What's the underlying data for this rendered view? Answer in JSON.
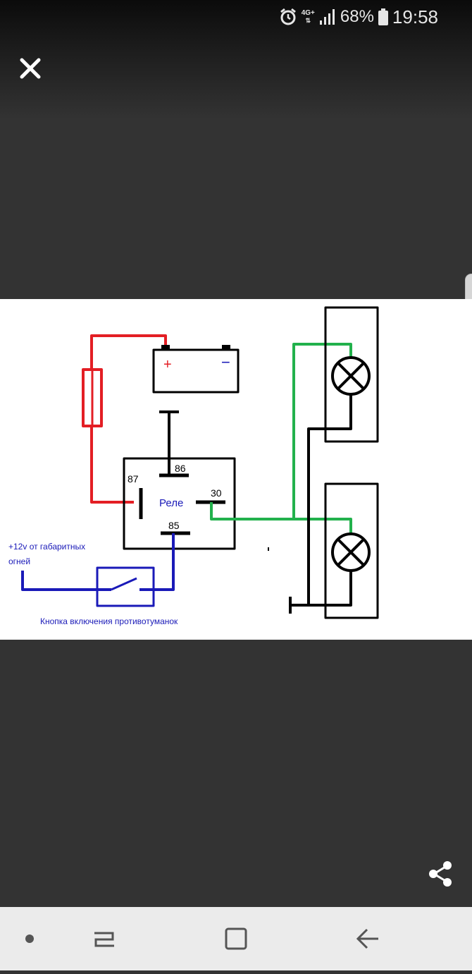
{
  "status_bar": {
    "network": "4G+",
    "battery_percent": "68%",
    "time": "19:58",
    "icons": [
      "alarm-icon",
      "network-4g-icon",
      "signal-icon",
      "battery-icon"
    ]
  },
  "viewer": {
    "close_icon": "close-icon",
    "share_icon": "share-icon"
  },
  "diagram": {
    "battery_plus": "+",
    "battery_minus": "−",
    "relay_label": "Реле",
    "pin_87": "87",
    "pin_86": "86",
    "pin_30": "30",
    "pin_85": "85",
    "source_line1": "+12v от габаритных",
    "source_line2": "огней",
    "switch_caption": "Кнопка включения противотуманок",
    "colors": {
      "positive_wire": "#e31e24",
      "control_wire": "#1a1ab8",
      "output_wire": "#22b14c",
      "frame": "#000000"
    }
  },
  "nav_bar": {
    "items": [
      "dot-icon",
      "recent-apps-icon",
      "home-icon",
      "back-icon"
    ]
  }
}
